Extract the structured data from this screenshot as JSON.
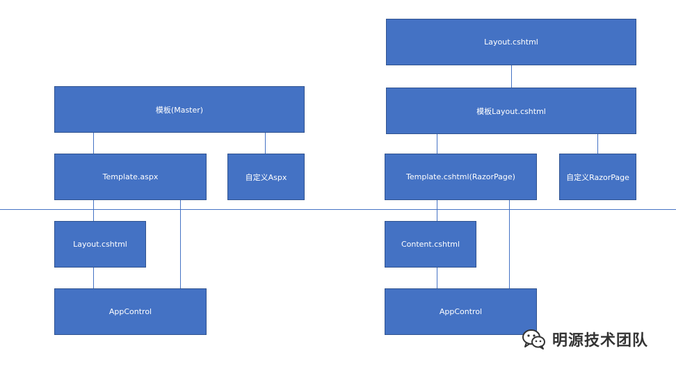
{
  "left": {
    "master": "模板(Master)",
    "template": "Template.aspx",
    "custom": "自定义Aspx",
    "layout": "Layout.cshtml",
    "appcontrol": "AppControl"
  },
  "right": {
    "layout_top": "Layout.cshtml",
    "template_layout": "模板Layout.cshtml",
    "template_page": "Template.cshtml(RazorPage)",
    "custom": "自定义RazorPage",
    "content": "Content.cshtml",
    "appcontrol": "AppControl"
  },
  "watermark": {
    "text": "明源技术团队",
    "icon": "wechat-icon"
  },
  "colors": {
    "box_fill": "#4472c4",
    "box_border": "#2f528f",
    "line": "#4472c4",
    "box_text": "#ffffff"
  }
}
